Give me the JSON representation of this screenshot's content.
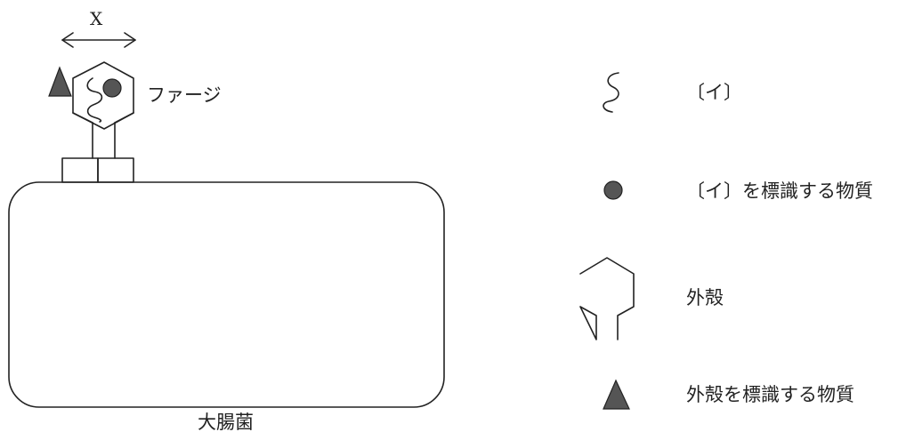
{
  "diagram": {
    "dimension_label": "X",
    "phage_label": "ファージ",
    "ecoli_label": "大腸菌",
    "legend": [
      {
        "symbol": "wavy-line-icon",
        "label": "〔イ〕"
      },
      {
        "symbol": "circle-marker-icon",
        "label": "〔イ〕を標識する物質"
      },
      {
        "symbol": "hexagon-capsid-icon",
        "label": "外殻"
      },
      {
        "symbol": "triangle-marker-icon",
        "label": "外殻を標識する物質"
      }
    ],
    "colors": {
      "stroke": "#222222",
      "marker_fill": "#555555",
      "background": "#ffffff"
    }
  }
}
